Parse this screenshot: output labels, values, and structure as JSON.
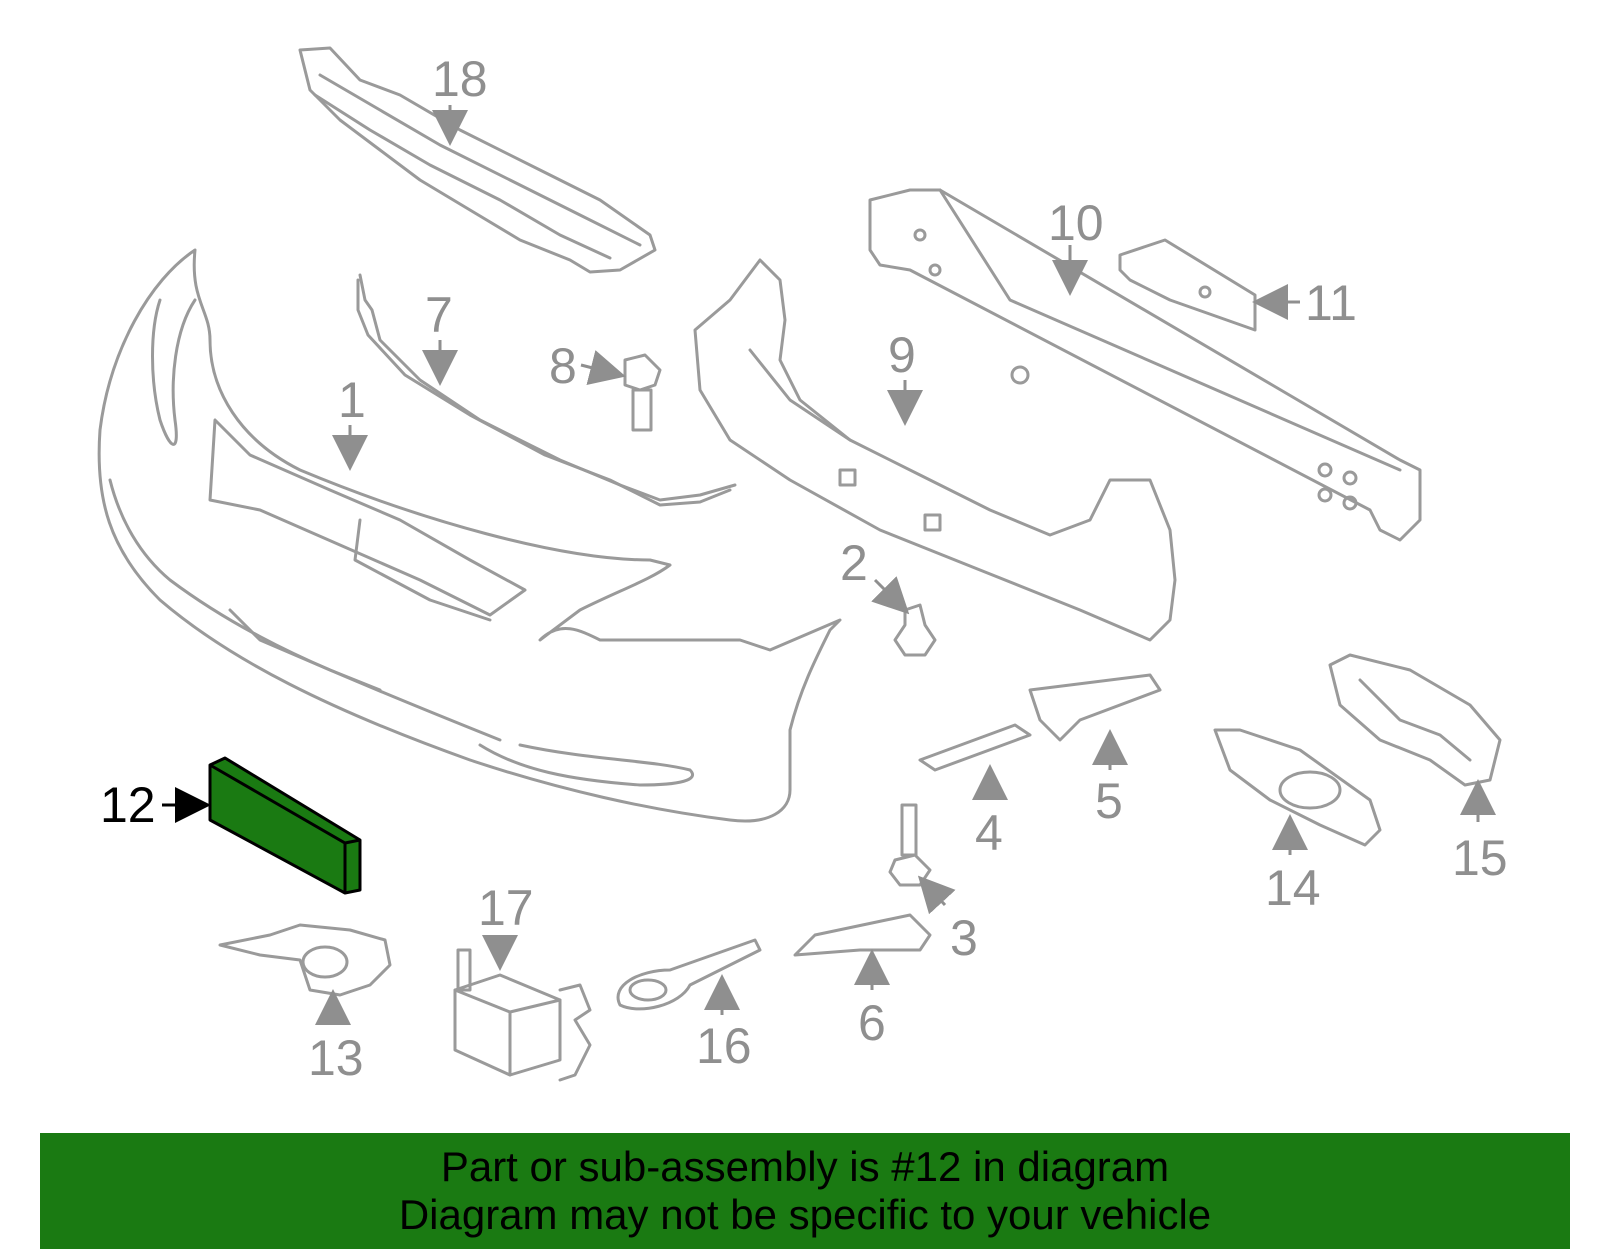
{
  "callouts": {
    "c1": "1",
    "c2": "2",
    "c3": "3",
    "c4": "4",
    "c5": "5",
    "c6": "6",
    "c7": "7",
    "c8": "8",
    "c9": "9",
    "c10": "10",
    "c11": "11",
    "c12": "12",
    "c13": "13",
    "c14": "14",
    "c15": "15",
    "c16": "16",
    "c17": "17",
    "c18": "18"
  },
  "highlighted_part": "12",
  "colors": {
    "highlight": "#1a7a12",
    "line": "#9a9a9a",
    "label": "#8f8f8f"
  },
  "banner": {
    "line1": "Part or sub-assembly is #12 in diagram",
    "line2": "Diagram may not be specific to your vehicle"
  }
}
